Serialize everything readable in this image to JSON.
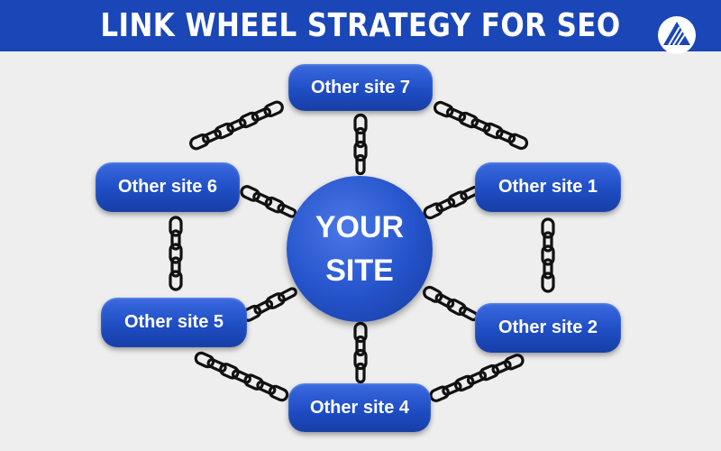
{
  "header": {
    "title": "LINK WHEEL STRATEGY FOR SEO"
  },
  "hub": {
    "line1": "YOUR",
    "line2": "SITE"
  },
  "nodes": [
    {
      "key": "site7",
      "label": "Other site 7"
    },
    {
      "key": "site1",
      "label": "Other site 1"
    },
    {
      "key": "site2",
      "label": "Other site 2"
    },
    {
      "key": "site4",
      "label": "Other site 4"
    },
    {
      "key": "site5",
      "label": "Other site 5"
    },
    {
      "key": "site6",
      "label": "Other site 6"
    }
  ],
  "colors": {
    "header_bg": "#1b46b8",
    "node": "#2452c9",
    "chain": "#111111",
    "background": "#eeeeee"
  },
  "icons": [
    "logo-icon",
    "chain-link-icon"
  ]
}
